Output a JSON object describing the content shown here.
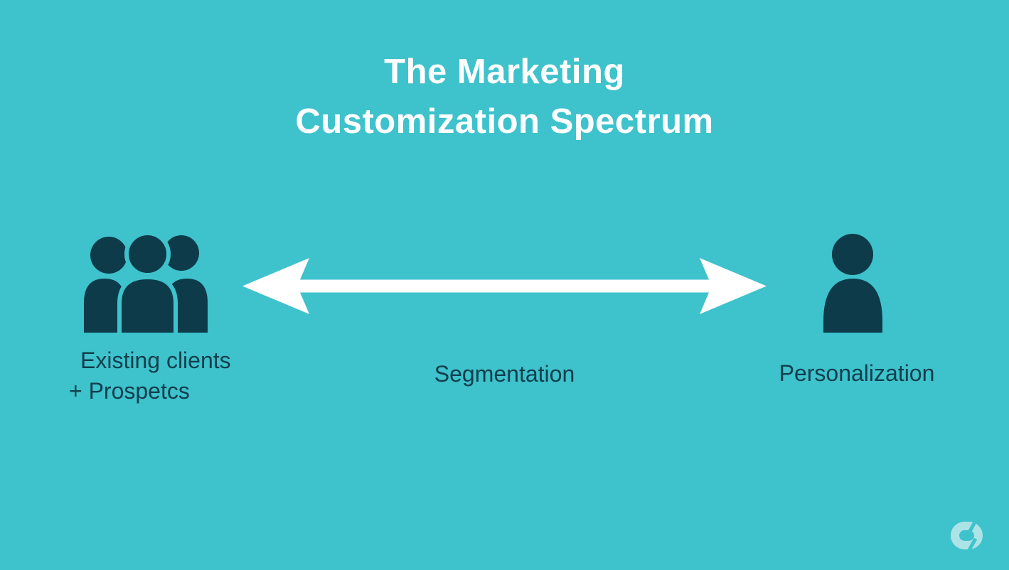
{
  "title": {
    "line1": "The Marketing",
    "line2": "Customization Spectrum"
  },
  "diagram": {
    "left": {
      "icon": "group-people-icon",
      "label_line1": "Existing clients",
      "label_line2": "+ Prospetcs"
    },
    "center": {
      "label": "Segmentation",
      "arrow": "double-headed-arrow"
    },
    "right": {
      "icon": "person-icon",
      "label": "Personalization"
    }
  },
  "branding": {
    "logo_icon": "split-ring-logo"
  },
  "colors": {
    "background": "#3EC2CC",
    "dark": "#0D3B4A",
    "text": "#123E4D",
    "white": "#FFFFFF",
    "logo": "#ACE3E7"
  }
}
